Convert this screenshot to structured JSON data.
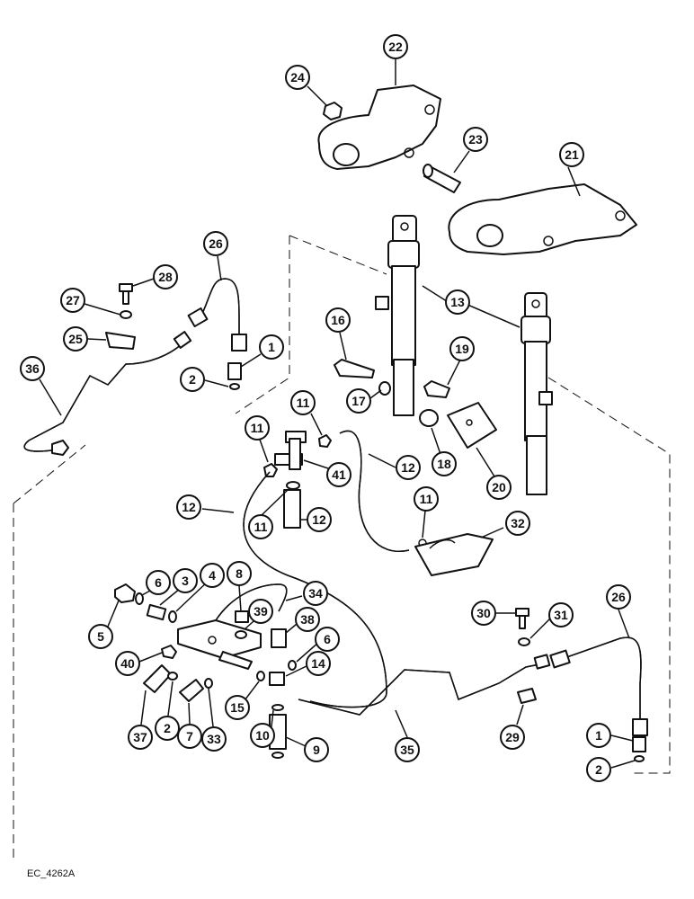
{
  "figure": {
    "code": "EC_4262A"
  },
  "callouts": [
    {
      "id": "c22",
      "label": "22"
    },
    {
      "id": "c24",
      "label": "24"
    },
    {
      "id": "c23",
      "label": "23"
    },
    {
      "id": "c21",
      "label": "21"
    },
    {
      "id": "c26a",
      "label": "26"
    },
    {
      "id": "c28",
      "label": "28"
    },
    {
      "id": "c27",
      "label": "27"
    },
    {
      "id": "c25",
      "label": "25"
    },
    {
      "id": "c36",
      "label": "36"
    },
    {
      "id": "c1a",
      "label": "1"
    },
    {
      "id": "c2a",
      "label": "2"
    },
    {
      "id": "c13",
      "label": "13"
    },
    {
      "id": "c16",
      "label": "16"
    },
    {
      "id": "c19",
      "label": "19"
    },
    {
      "id": "c17",
      "label": "17"
    },
    {
      "id": "c11a",
      "label": "11"
    },
    {
      "id": "c11b",
      "label": "11"
    },
    {
      "id": "c41",
      "label": "41"
    },
    {
      "id": "c12a",
      "label": "12"
    },
    {
      "id": "c18",
      "label": "18"
    },
    {
      "id": "c20",
      "label": "20"
    },
    {
      "id": "c12b",
      "label": "12"
    },
    {
      "id": "c11c",
      "label": "11"
    },
    {
      "id": "c12c",
      "label": "12"
    },
    {
      "id": "c11d",
      "label": "11"
    },
    {
      "id": "c32",
      "label": "32"
    },
    {
      "id": "c8",
      "label": "8"
    },
    {
      "id": "c34",
      "label": "34"
    },
    {
      "id": "c6a",
      "label": "6"
    },
    {
      "id": "c3",
      "label": "3"
    },
    {
      "id": "c4",
      "label": "4"
    },
    {
      "id": "c5",
      "label": "5"
    },
    {
      "id": "c39",
      "label": "39"
    },
    {
      "id": "c38",
      "label": "38"
    },
    {
      "id": "c40",
      "label": "40"
    },
    {
      "id": "c6b",
      "label": "6"
    },
    {
      "id": "c14",
      "label": "14"
    },
    {
      "id": "c30",
      "label": "30"
    },
    {
      "id": "c31",
      "label": "31"
    },
    {
      "id": "c26b",
      "label": "26"
    },
    {
      "id": "c2b",
      "label": "2"
    },
    {
      "id": "c7",
      "label": "7"
    },
    {
      "id": "c33",
      "label": "33"
    },
    {
      "id": "c15",
      "label": "15"
    },
    {
      "id": "c10",
      "label": "10"
    },
    {
      "id": "c9",
      "label": "9"
    },
    {
      "id": "c35",
      "label": "35"
    },
    {
      "id": "c29",
      "label": "29"
    },
    {
      "id": "c37",
      "label": "37"
    },
    {
      "id": "c1b",
      "label": "1"
    },
    {
      "id": "c2c",
      "label": "2"
    }
  ]
}
